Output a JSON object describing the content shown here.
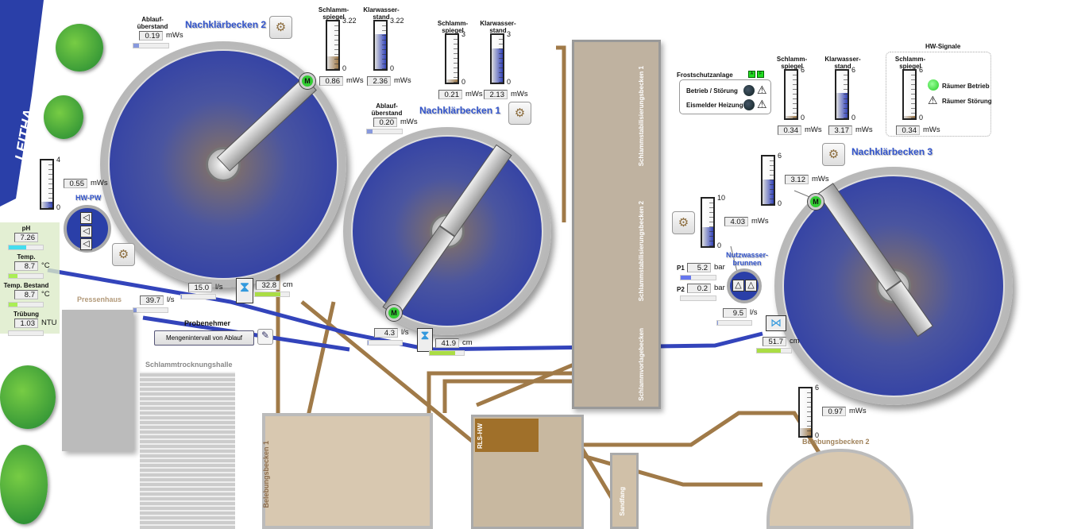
{
  "river": {
    "label": "LEITHA"
  },
  "basins": {
    "nkb2": {
      "title": "Nachklärbecken 2",
      "ablauf_label": "Ablauf-\nüberstand",
      "ablauf_value": "0.19",
      "ablauf_unit": "mWs",
      "ablauf_fraction": 0.15,
      "motor": "M"
    },
    "nkb1": {
      "title": "Nachklärbecken 1",
      "ablauf_label": "Ablauf-\nüberstand",
      "ablauf_value": "0.20",
      "ablauf_unit": "mWs",
      "ablauf_fraction": 0.15,
      "motor": "M"
    },
    "nkb3": {
      "title": "Nachklärbecken 3",
      "motor": "M"
    }
  },
  "gauges": [
    {
      "id": "g-nkb2-schlamm",
      "label": "Schlamm-\nspiegel",
      "value": 0.86,
      "max": "3.22",
      "min": "0",
      "display": "0.86",
      "unit": "mWs",
      "color": "#a07a4a"
    },
    {
      "id": "g-nkb2-klar",
      "label": "Klarwasser-\nstand",
      "value": 2.36,
      "max": "3.22",
      "min": "0",
      "display": "2.36",
      "unit": "mWs",
      "color": "#3344bb"
    },
    {
      "id": "g-nkb1-schlamm",
      "label": "Schlamm-\nspiegel",
      "value": 0.21,
      "max": "3",
      "min": "0",
      "display": "0.21",
      "unit": "mWs",
      "color": "#a07a4a"
    },
    {
      "id": "g-nkb1-klar",
      "label": "Klarwasser-\nstand",
      "value": 2.13,
      "max": "3",
      "min": "0",
      "display": "2.13",
      "unit": "mWs",
      "color": "#3344bb"
    },
    {
      "id": "g-nkb3-schlamm",
      "label": "Schlamm-\nspiegel",
      "value": 0.34,
      "max": "6",
      "min": "0",
      "display": "0.34",
      "unit": "mWs",
      "color": "#a07a4a"
    },
    {
      "id": "g-nkb3-klar",
      "label": "Klarwasser-\nstand",
      "value": 3.17,
      "max": "6",
      "min": "0",
      "display": "3.17",
      "unit": "mWs",
      "color": "#3344bb"
    },
    {
      "id": "g-hw-schlamm",
      "label": "Schlamm-\nspiegel",
      "value": 0.34,
      "max": "6",
      "min": "0",
      "display": "0.34",
      "unit": "mWs",
      "color": "#a07a4a"
    },
    {
      "id": "g-nkb3-level",
      "label": "",
      "value": 3.12,
      "max": "6",
      "min": "0",
      "display": "3.12",
      "unit": "mWs",
      "color": "#3344bb"
    },
    {
      "id": "g-nutzwasser",
      "label": "",
      "value": 4.03,
      "max": "10",
      "min": "0",
      "display": "4.03",
      "unit": "mWs",
      "color": "#3344bb"
    },
    {
      "id": "g-hwpw",
      "label": "",
      "value": 0.55,
      "max": "4",
      "min": "0",
      "display": "0.55",
      "unit": "mWs",
      "color": "#3344bb"
    },
    {
      "id": "g-bb2",
      "label": "",
      "value": 0.97,
      "max": "6",
      "min": "0",
      "display": "0.97",
      "unit": "mWs",
      "color": "#a07a4a"
    }
  ],
  "water_quality": [
    {
      "label": "pH",
      "value": "7.26",
      "unit": "",
      "fraction": 0.5,
      "color": "#44ddee"
    },
    {
      "label": "Temp.",
      "value": "8.7",
      "unit": "°C",
      "fraction": 0.25,
      "color": "#aaee55"
    },
    {
      "label": "Temp. Bestand",
      "value": "8.7",
      "unit": "°C",
      "fraction": 0.25,
      "color": "#aaee55"
    },
    {
      "label": "Trübung",
      "value": "1.03",
      "unit": "NTU",
      "fraction": 0.0,
      "color": "#aaee55"
    }
  ],
  "hwpw": {
    "title": "HW-PW"
  },
  "flows": {
    "f1": {
      "value": "15.0",
      "unit": "l/s",
      "fraction": 0.03
    },
    "f2": {
      "value": "39.7",
      "unit": "l/s",
      "fraction": 0.1
    },
    "l1": {
      "value": "32.8",
      "unit": "cm",
      "fraction": 0.75
    },
    "f3": {
      "value": "4.3",
      "unit": "l/s",
      "fraction": 0.02
    },
    "l2": {
      "value": "41.9",
      "unit": "cm",
      "fraction": 0.75
    },
    "f4": {
      "value": "9.5",
      "unit": "l/s",
      "fraction": 0.02
    },
    "l3": {
      "value": "51.7",
      "unit": "cm",
      "fraction": 0.7
    }
  },
  "nutzwasser": {
    "title": "Nutzwasser-\nbrunnen",
    "p1_label": "P1",
    "p1_value": "5.2",
    "p1_fraction": 0.3,
    "p2_label": "P2",
    "p2_value": "0.2",
    "p2_fraction": 0.0,
    "unit": "bar"
  },
  "frost": {
    "title": "Frostschutzanlage",
    "row1": "Betrieb / Störung",
    "row2": "Eismelder Heizung",
    "a": "A",
    "f": "F"
  },
  "hw_signals": {
    "title": "HW-Signale",
    "betrieb": "Räumer Betrieb",
    "stoerung": "Räumer Störung"
  },
  "buildings": {
    "pressenhaus": "Pressenhaus",
    "schlammtrocknung": "Schlammtrocknungshalle",
    "ssb1": "Schlammstabilisierungsbecken 1",
    "ssb2": "Schlammstabilisierungsbecken 2",
    "svb": "Schlammvorlagebecken",
    "bb1": "Belebungsbecken 1",
    "bb2": "Belebungsbecken 2",
    "sandfang": "Sandfang",
    "rls": "RLS-HW"
  },
  "probenehmer": {
    "title": "Probenehmer",
    "button": "Mengenintervall von Ablauf"
  },
  "colors": {
    "water": "#3344bb",
    "sludge": "#a07a4a",
    "title": "#3355cc"
  }
}
